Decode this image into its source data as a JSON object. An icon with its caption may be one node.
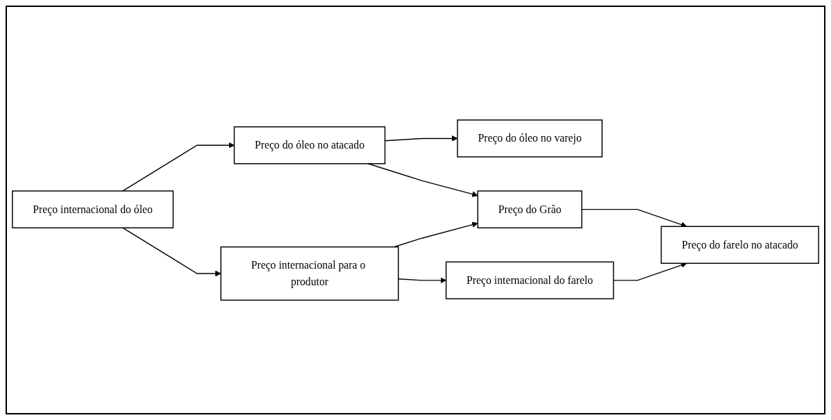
{
  "diagram": {
    "nodes": [
      {
        "text": [
          "Preço internacional do óleo"
        ]
      },
      {
        "text": [
          "Preço do óleo no atacado"
        ]
      },
      {
        "text": [
          "Preço do óleo no varejo"
        ]
      },
      {
        "text": [
          "Preço internacional para o produtor"
        ]
      },
      {
        "text": [
          "Preço do Grão"
        ]
      },
      {
        "text": [
          "Preço internacional do farelo"
        ]
      },
      {
        "text": [
          "Preço do farelo no atacado"
        ]
      }
    ],
    "edges": [
      {
        "from": 0,
        "to": 1,
        "arrow": "to"
      },
      {
        "from": 1,
        "to": 2,
        "arrow": "to"
      },
      {
        "from": 0,
        "to": 3,
        "arrow": "to"
      },
      {
        "from": 1,
        "to": 4,
        "arrow": "to"
      },
      {
        "from": 3,
        "to": 4,
        "arrow": "to"
      },
      {
        "from": 3,
        "to": 5,
        "arrow": "to"
      },
      {
        "from": 4,
        "to": 6,
        "arrow": "to"
      },
      {
        "from": 5,
        "to": 6,
        "arrow": "to"
      }
    ]
  }
}
